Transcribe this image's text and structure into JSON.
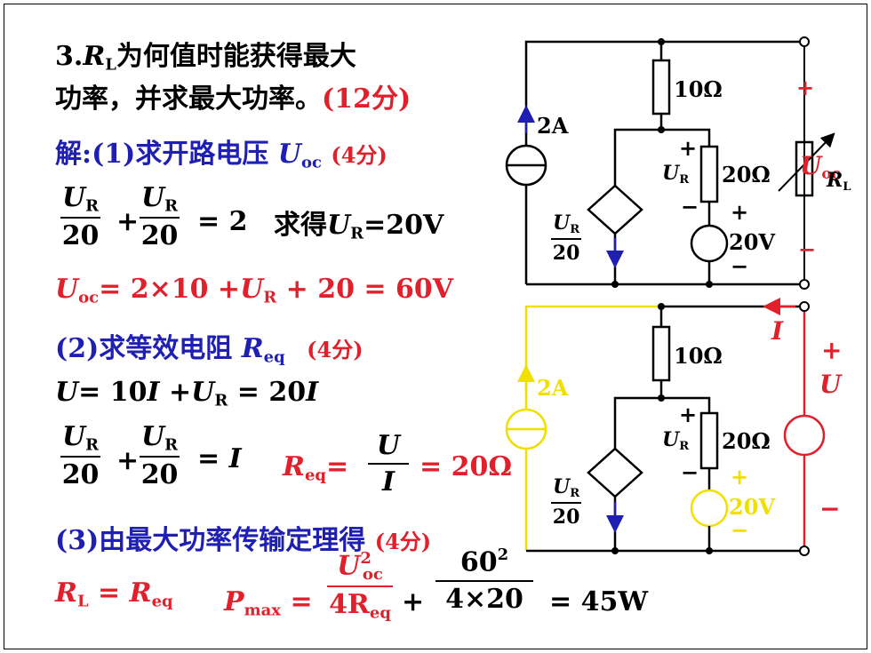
{
  "problem": {
    "number": "3.",
    "line1_rest": "为何值时能获得最大",
    "line2": "功率，并求最大功率。",
    "points": "(12分)"
  },
  "step1": {
    "heading": "解:(1)求开路电压 ",
    "points": "(4分)",
    "eq_result_text": "求得",
    "eq_result_value": "=20V",
    "uoc_equation": "= 2×10 +",
    "uoc_equation_tail": " + 20 = 60V"
  },
  "step2": {
    "heading": "(2)求等效电阻 ",
    "points": "(4分)",
    "u_equation_a": "= 10",
    "u_equation_b": " +",
    "u_equation_c": " = 20",
    "sum_equals": "=",
    "req_equals": "=",
    "req_result": "= 20Ω"
  },
  "step3": {
    "heading": "(3)由最大功率传输定理得",
    "points": "(4分)",
    "pmax_sub": "max",
    "num2": "60",
    "den1": "4R",
    "den2": "4×20",
    "result": "= 45W"
  },
  "fractions": {
    "num": "U",
    "numsub": "R",
    "den": "20",
    "plus": "+",
    "eq2": "= 2"
  },
  "circuit1": {
    "r1": "10Ω",
    "r2": "20Ω",
    "source_current": "2A",
    "source_voltage": "20V",
    "ur_label": "U",
    "ur_sub": "R",
    "dep_den": "20",
    "rl_label": "R",
    "rl_sub": "L",
    "uoc_label": "U",
    "uoc_sub": "oc",
    "plus": "+",
    "minus": "−"
  },
  "circuit2": {
    "r1": "10Ω",
    "r2": "20Ω",
    "source_current": "2A",
    "source_voltage": "20V",
    "i_label": "I",
    "u_label": "U",
    "plus": "+",
    "minus": "−"
  }
}
